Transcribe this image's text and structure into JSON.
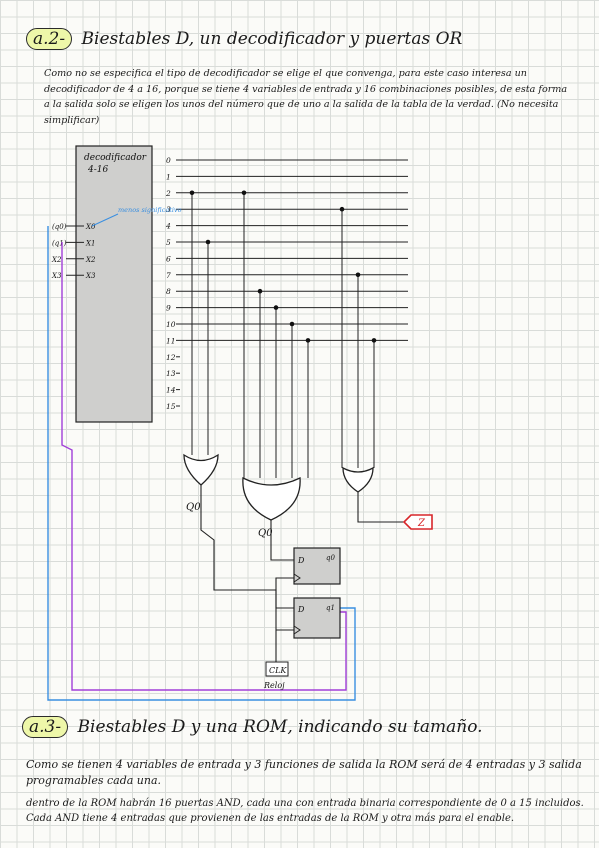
{
  "section_a2": {
    "number": "a.2-",
    "title": "Biestables D, un decodificador y puertas OR",
    "paragraph": "Como no se especifica el tipo de decodificador se elige el que convenga, para este caso interesa un decodificador de 4 a 16, porque se tiene 4 variables de entrada y 16 combinaciones posibles, de esta forma a la salida solo se eligen los unos del número que de uno a la salida de la tabla de la verdad. (No necesita simplificar)"
  },
  "decoder": {
    "title": "decodificador",
    "subtitle": "4-16",
    "inputs": [
      "X0",
      "X1",
      "X2",
      "X3"
    ],
    "outputs": [
      "0",
      "1",
      "2",
      "3",
      "4",
      "5",
      "6",
      "7",
      "8",
      "9",
      "10",
      "11",
      "12",
      "13",
      "14",
      "15"
    ],
    "input_sources": [
      "(q0)",
      "(q1)",
      "X2",
      "X3"
    ],
    "note": "menos significativo"
  },
  "gates": {
    "or_a_label": "Q0",
    "or_b_label": "Q0",
    "output_label": "Z"
  },
  "flipflops": {
    "ff1_input": "D",
    "ff1_output": "q0",
    "ff2_input": "D",
    "ff2_output": "q1",
    "clock": "CLK",
    "clock_label": "Reloj"
  },
  "section_a3": {
    "number": "a.3-",
    "title": "Biestables D y una ROM, indicando su tamaño.",
    "paragraph1": "Como se tienen 4 variables de entrada y 3 funciones de salida la ROM será de 4 entradas y 3 salida programables cada una.",
    "paragraph2": "dentro de la ROM habrán 16 puertas AND, cada una con entrada binaria correspondiente de 0 a 15 incluidos. Cada AND tiene 4 entradas que provienen de las entradas de la ROM y otra más para el enable."
  },
  "colors": {
    "highlight": "#eef7a9",
    "wire_blue": "#3a8fe0",
    "wire_purple": "#a23fd8",
    "z_red": "#d8262a",
    "box_fill": "#cfcfcd"
  }
}
